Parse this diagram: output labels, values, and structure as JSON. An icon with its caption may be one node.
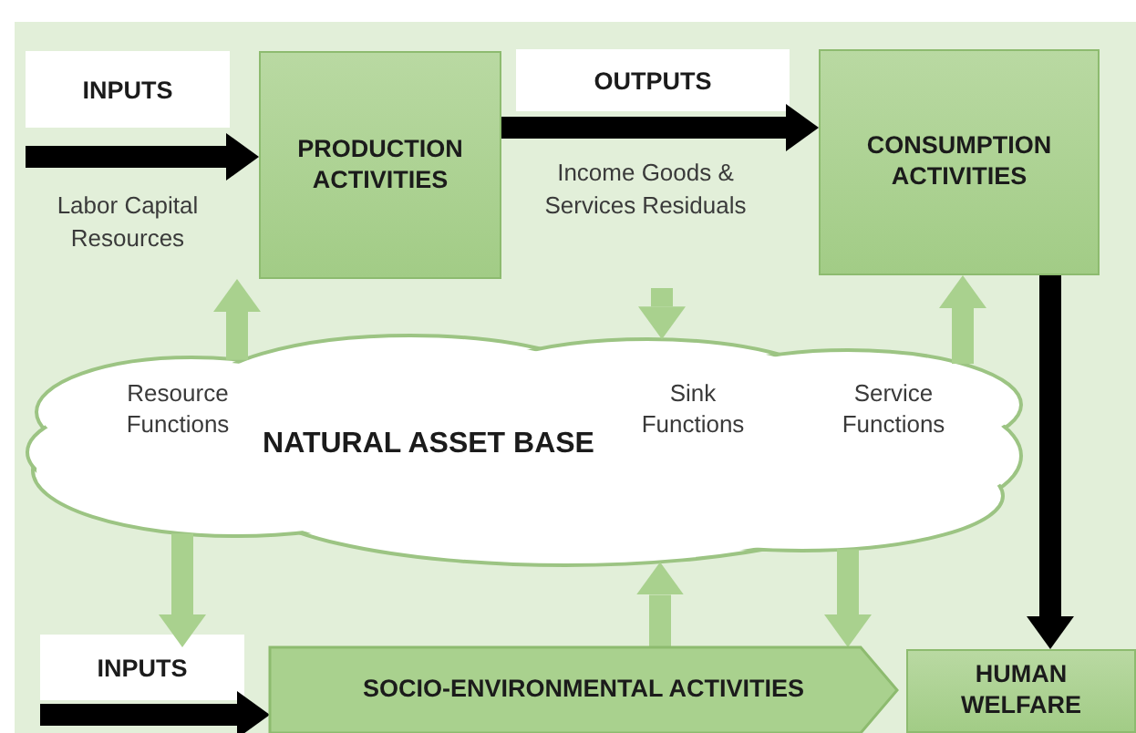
{
  "diagram": {
    "nodes": [
      {
        "text": [
          "PRODUCTION ACTIVITIES"
        ]
      },
      {
        "text": [
          "CONSUMPTION ACTIVITIES"
        ]
      },
      {
        "text": [
          "Resource Functions",
          "NATURAL ASSET BASE",
          "Sink Functions",
          "Service Functions"
        ]
      },
      {
        "text": [
          "SOCIO-ENVIRONMENTAL ACTIVITIES"
        ]
      },
      {
        "text": [
          "HUMAN WELFARE"
        ]
      }
    ],
    "edges": [
      {
        "from": null,
        "to": 0,
        "arrow": "to",
        "label": "INPUTS",
        "color": "#000000"
      },
      {
        "from": 0,
        "to": 1,
        "arrow": "to",
        "label": "OUTPUTS",
        "color": "#000000"
      },
      {
        "from": 2,
        "to": 0,
        "arrow": "to"
      },
      {
        "from": null,
        "to": 2,
        "arrow": "to"
      },
      {
        "from": 2,
        "to": 1,
        "arrow": "to"
      },
      {
        "from": 2,
        "to": 3,
        "arrow": "to"
      },
      {
        "from": 3,
        "to": 2,
        "arrow": "to"
      },
      {
        "from": 2,
        "to": 3,
        "arrow": "to"
      },
      {
        "from": 1,
        "to": 4,
        "arrow": "to",
        "color": "#000000"
      },
      {
        "from": null,
        "to": 3,
        "arrow": "to",
        "label": "INPUTS",
        "color": "#000000"
      }
    ],
    "labels": [
      "Labor Capital Resources",
      "Income Goods & Services Residuals"
    ]
  }
}
